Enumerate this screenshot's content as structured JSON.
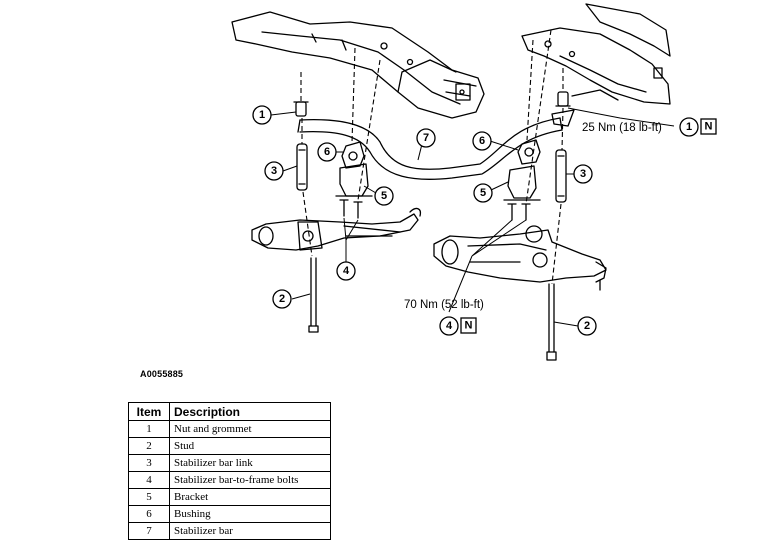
{
  "torque_top": "25 Nm (18 lb-ft)",
  "torque_bottom": "70 Nm (52 lb-ft)",
  "callout_n": "N",
  "figure_ref": "A0055885",
  "callouts": {
    "c1": "1",
    "c2": "2",
    "c3": "3",
    "c4": "4",
    "c5": "5",
    "c6": "6",
    "c7": "7"
  },
  "legend": {
    "headers": [
      "Item",
      "Description"
    ],
    "rows": [
      {
        "item": "1",
        "description": "Nut and grommet"
      },
      {
        "item": "2",
        "description": "Stud"
      },
      {
        "item": "3",
        "description": "Stabilizer bar link"
      },
      {
        "item": "4",
        "description": "Stabilizer bar-to-frame bolts"
      },
      {
        "item": "5",
        "description": "Bracket"
      },
      {
        "item": "6",
        "description": "Bushing"
      },
      {
        "item": "7",
        "description": "Stabilizer bar"
      }
    ]
  }
}
